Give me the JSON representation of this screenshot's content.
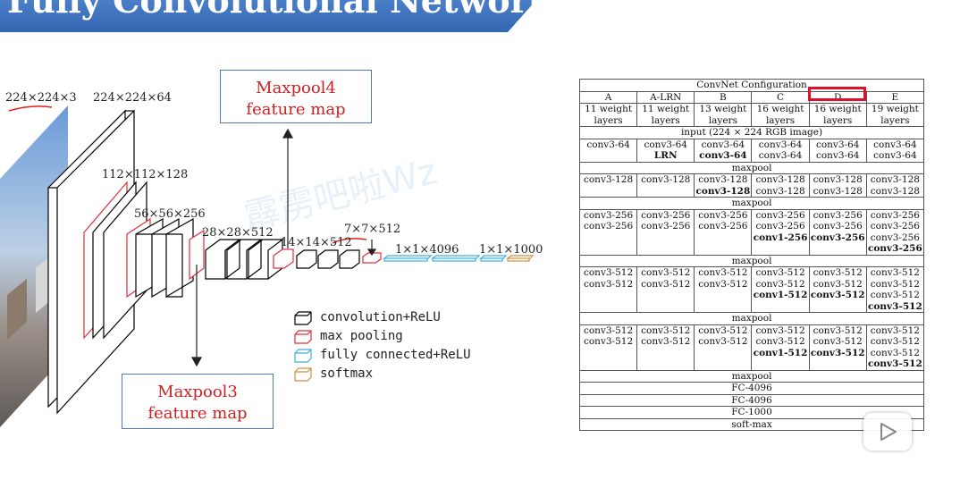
{
  "banner": {
    "title": "Fully Convolutional Networks"
  },
  "watermark": "霹雳吧啦Wz",
  "network_diagram": {
    "dims": [
      "224×224×3",
      "224×224×64",
      "112×112×128",
      "56×56×256",
      "28×28×512",
      "14×14×512",
      "7×7×512",
      "1×1×4096",
      "1×1×1000"
    ],
    "maxpool4_callout": [
      "Maxpool4",
      "feature map"
    ],
    "maxpool3_callout": [
      "Maxpool3",
      "feature map"
    ],
    "legend": [
      {
        "label": "convolution+ReLU",
        "color": "#000000"
      },
      {
        "label": "max pooling",
        "color": "#e0303a"
      },
      {
        "label": "fully connected+ReLU",
        "color": "#3ab0e0"
      },
      {
        "label": "softmax",
        "color": "#d09040"
      }
    ]
  },
  "convnet_table": {
    "title": "ConvNet Configuration",
    "columns": [
      "A",
      "A-LRN",
      "B",
      "C",
      "D",
      "E"
    ],
    "depths": [
      [
        "11 weight",
        "layers"
      ],
      [
        "11 weight",
        "layers"
      ],
      [
        "13 weight",
        "layers"
      ],
      [
        "16 weight",
        "layers"
      ],
      [
        "16 weight",
        "layers"
      ],
      [
        "19 weight",
        "layers"
      ]
    ],
    "input_row": "input (224 × 224 RGB image)",
    "maxpool": "maxpool",
    "blocks": [
      [
        [
          {
            "t": "conv3-64"
          }
        ],
        [
          {
            "t": "conv3-64"
          },
          {
            "t": "LRN",
            "b": true
          }
        ],
        [
          {
            "t": "conv3-64"
          },
          {
            "t": "conv3-64",
            "b": true
          }
        ],
        [
          {
            "t": "conv3-64"
          },
          {
            "t": "conv3-64"
          }
        ],
        [
          {
            "t": "conv3-64"
          },
          {
            "t": "conv3-64"
          }
        ],
        [
          {
            "t": "conv3-64"
          },
          {
            "t": "conv3-64"
          }
        ]
      ],
      [
        [
          {
            "t": "conv3-128"
          }
        ],
        [
          {
            "t": "conv3-128"
          }
        ],
        [
          {
            "t": "conv3-128"
          },
          {
            "t": "conv3-128",
            "b": true
          }
        ],
        [
          {
            "t": "conv3-128"
          },
          {
            "t": "conv3-128"
          }
        ],
        [
          {
            "t": "conv3-128"
          },
          {
            "t": "conv3-128"
          }
        ],
        [
          {
            "t": "conv3-128"
          },
          {
            "t": "conv3-128"
          }
        ]
      ],
      [
        [
          {
            "t": "conv3-256"
          },
          {
            "t": "conv3-256"
          }
        ],
        [
          {
            "t": "conv3-256"
          },
          {
            "t": "conv3-256"
          }
        ],
        [
          {
            "t": "conv3-256"
          },
          {
            "t": "conv3-256"
          }
        ],
        [
          {
            "t": "conv3-256"
          },
          {
            "t": "conv3-256"
          },
          {
            "t": "conv1-256",
            "b": true
          }
        ],
        [
          {
            "t": "conv3-256"
          },
          {
            "t": "conv3-256"
          },
          {
            "t": "conv3-256",
            "b": true
          }
        ],
        [
          {
            "t": "conv3-256"
          },
          {
            "t": "conv3-256"
          },
          {
            "t": "conv3-256"
          },
          {
            "t": "conv3-256",
            "b": true
          }
        ]
      ],
      [
        [
          {
            "t": "conv3-512"
          },
          {
            "t": "conv3-512"
          }
        ],
        [
          {
            "t": "conv3-512"
          },
          {
            "t": "conv3-512"
          }
        ],
        [
          {
            "t": "conv3-512"
          },
          {
            "t": "conv3-512"
          }
        ],
        [
          {
            "t": "conv3-512"
          },
          {
            "t": "conv3-512"
          },
          {
            "t": "conv1-512",
            "b": true
          }
        ],
        [
          {
            "t": "conv3-512"
          },
          {
            "t": "conv3-512"
          },
          {
            "t": "conv3-512",
            "b": true
          }
        ],
        [
          {
            "t": "conv3-512"
          },
          {
            "t": "conv3-512"
          },
          {
            "t": "conv3-512"
          },
          {
            "t": "conv3-512",
            "b": true
          }
        ]
      ],
      [
        [
          {
            "t": "conv3-512"
          },
          {
            "t": "conv3-512"
          }
        ],
        [
          {
            "t": "conv3-512"
          },
          {
            "t": "conv3-512"
          }
        ],
        [
          {
            "t": "conv3-512"
          },
          {
            "t": "conv3-512"
          }
        ],
        [
          {
            "t": "conv3-512"
          },
          {
            "t": "conv3-512"
          },
          {
            "t": "conv1-512",
            "b": true
          }
        ],
        [
          {
            "t": "conv3-512"
          },
          {
            "t": "conv3-512"
          },
          {
            "t": "conv3-512",
            "b": true
          }
        ],
        [
          {
            "t": "conv3-512"
          },
          {
            "t": "conv3-512"
          },
          {
            "t": "conv3-512"
          },
          {
            "t": "conv3-512",
            "b": true
          }
        ]
      ]
    ],
    "tail_rows": [
      "maxpool",
      "FC-4096",
      "FC-4096",
      "FC-1000",
      "soft-max"
    ],
    "highlighted_column": "D",
    "highlight_color": "#e0102a"
  }
}
